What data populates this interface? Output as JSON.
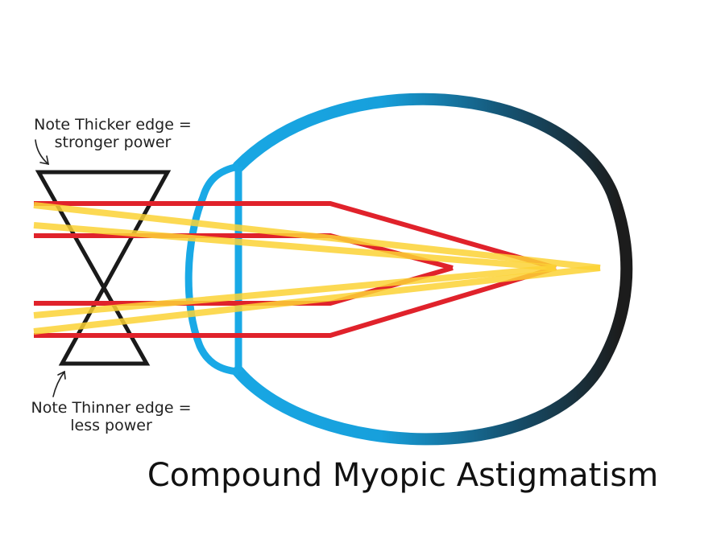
{
  "title": "Compound Myopic Astigmatism",
  "notes": {
    "thicker": {
      "line1": "Note Thicker edge =",
      "line2": "stronger power"
    },
    "thinner": {
      "line1": "Note Thinner edge =",
      "line2": "less power"
    }
  },
  "colors": {
    "red_rays": "#e0222b",
    "yellow_rays": "#fbd235",
    "lens_outline": "#1a1a1a",
    "cornea": "#19a9e6",
    "eye_gradient_start": "#19a9e6",
    "eye_gradient_end": "#1c1c1c",
    "text": "#111111"
  }
}
